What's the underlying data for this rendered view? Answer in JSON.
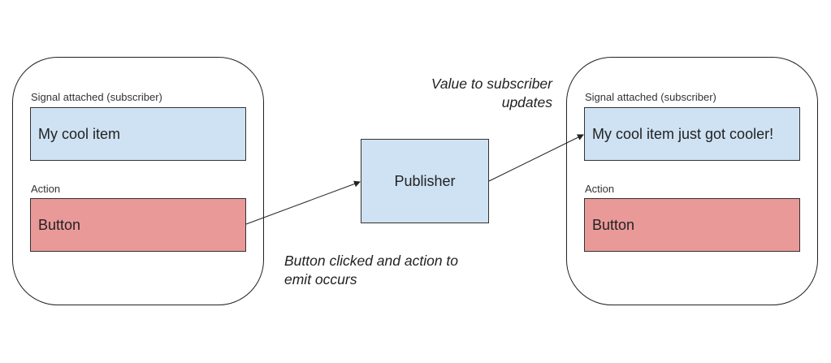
{
  "colors": {
    "subscriber_fill": "#cfe2f3",
    "action_fill": "#ea9999",
    "publisher_fill": "#cfe2f3",
    "stroke": "#222222"
  },
  "left_panel": {
    "signal_caption": "Signal attached (subscriber)",
    "subscriber_text": "My cool item",
    "action_caption": "Action",
    "button_text": "Button"
  },
  "publisher": {
    "label": "Publisher"
  },
  "notes": {
    "value_update_line1": "Value to subscriber",
    "value_update_line2": "updates",
    "click_line1": "Button clicked and action to",
    "click_line2": "emit occurs"
  },
  "right_panel": {
    "signal_caption": "Signal attached (subscriber)",
    "subscriber_text": "My cool item just got cooler!",
    "action_caption": "Action",
    "button_text": "Button"
  }
}
